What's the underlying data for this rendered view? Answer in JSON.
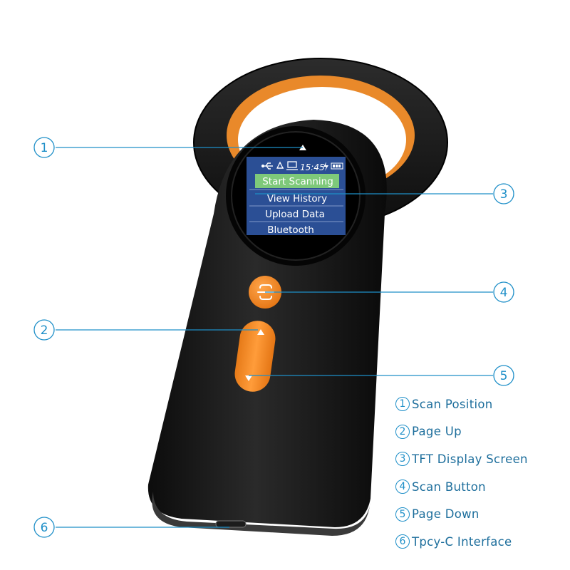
{
  "screen": {
    "time": "15:45",
    "menu": [
      "Start Scanning",
      "View History",
      "Upload Data",
      "Bluetooth"
    ],
    "selected_index": 0
  },
  "callouts": [
    "1",
    "2",
    "3",
    "4",
    "5",
    "6"
  ],
  "legend": [
    {
      "num": "1",
      "label": "Scan Position"
    },
    {
      "num": "2",
      "label": "Page Up"
    },
    {
      "num": "3",
      "label": "TFT Display Screen"
    },
    {
      "num": "4",
      "label": "Scan Button"
    },
    {
      "num": "5",
      "label": "Page Down"
    },
    {
      "num": "6",
      "label": "Tpcy-C Interface"
    }
  ],
  "colors": {
    "accent": "#f08a24",
    "callout": "#1e8fc8",
    "body": "#151515",
    "screen_blue": "#2b4f95",
    "screen_green": "#7ec97a"
  },
  "icons": [
    "usb-icon",
    "recycle-icon",
    "computer-icon",
    "charge-icon",
    "battery-icon",
    "scan-icon",
    "arrow-up-icon",
    "arrow-down-icon",
    "triangle-marker-icon"
  ]
}
